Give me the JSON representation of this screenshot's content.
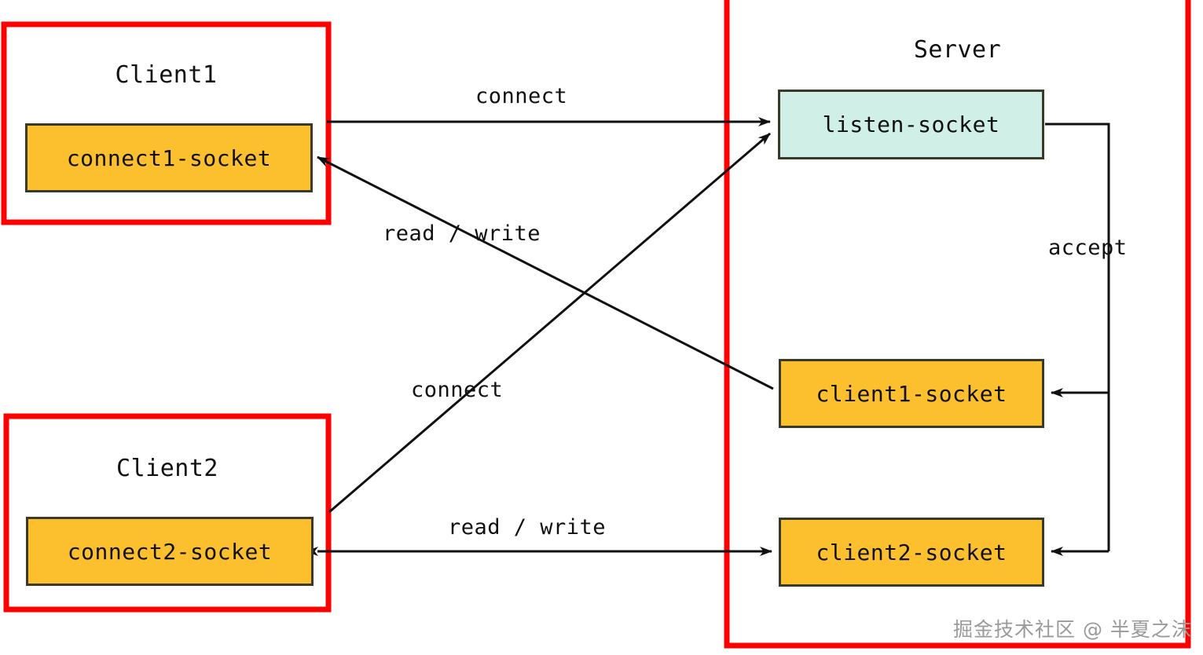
{
  "diagram": {
    "title": "Client-Server socket connection diagram",
    "colors": {
      "panel_border": "#FF0000",
      "socket_fill": "#FCBF2E",
      "listen_socket_fill": "#CFEFE7",
      "node_border": "#3A3A28",
      "arrow": "#111111",
      "watermark": "#9A9A9A",
      "background": "#FFFFFF"
    },
    "panels": [
      {
        "id": "client1",
        "label": "Client1"
      },
      {
        "id": "client2",
        "label": "Client2"
      },
      {
        "id": "server",
        "label": "Server"
      }
    ],
    "nodes": [
      {
        "id": "connect1-socket",
        "label": "connect1-socket",
        "panel": "client1",
        "fill": "orange"
      },
      {
        "id": "connect2-socket",
        "label": "connect2-socket",
        "panel": "client2",
        "fill": "orange"
      },
      {
        "id": "listen-socket",
        "label": "listen-socket",
        "panel": "server",
        "fill": "mint"
      },
      {
        "id": "client1-socket",
        "label": "client1-socket",
        "panel": "server",
        "fill": "orange"
      },
      {
        "id": "client2-socket",
        "label": "client2-socket",
        "panel": "server",
        "fill": "orange"
      }
    ],
    "edges": [
      {
        "id": "c1-connect",
        "label": "connect",
        "from": "connect1-socket",
        "to": "listen-socket",
        "direction": "one-way"
      },
      {
        "id": "c1-readwrite",
        "label": "read / write",
        "from": "client1-socket",
        "to": "connect1-socket",
        "direction": "one-way"
      },
      {
        "id": "c2-connect",
        "label": "connect",
        "from": "connect2-socket",
        "to": "listen-socket",
        "direction": "one-way"
      },
      {
        "id": "c2-readwrite",
        "label": "read / write",
        "from": "connect2-socket",
        "to": "client2-socket",
        "direction": "two-way"
      },
      {
        "id": "accept-fanout",
        "label": "accept",
        "from": "listen-socket",
        "to": "client1-socket, client2-socket",
        "direction": "one-way"
      }
    ],
    "watermark": "掘金技术社区 @ 半夏之沫"
  }
}
